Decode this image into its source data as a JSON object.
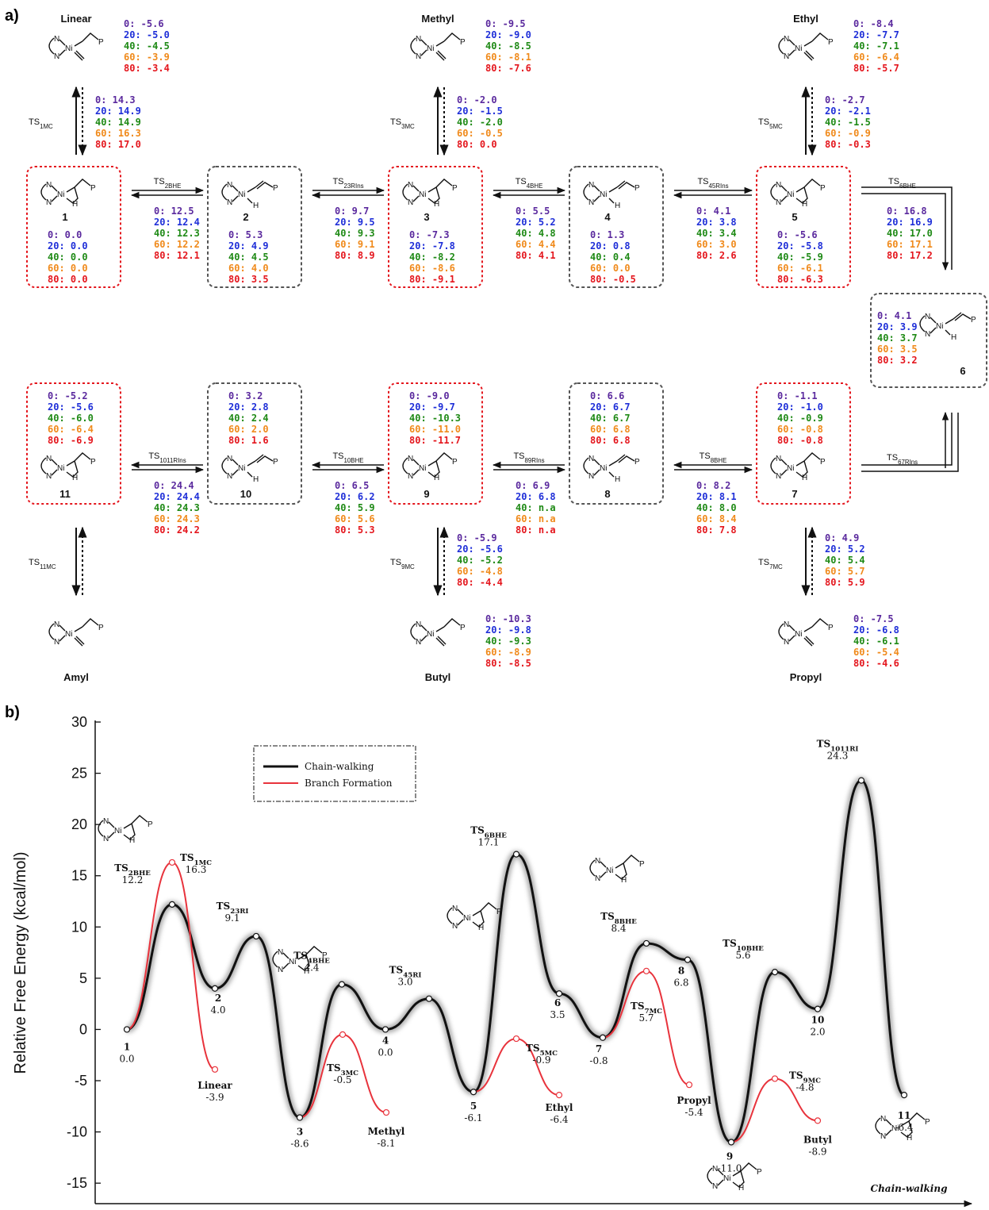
{
  "panel_a": {
    "label": "a)",
    "series_colors": [
      "#5b2a9e",
      "#1f2fd8",
      "#1f8a16",
      "#f08a1b",
      "#e4161d"
    ],
    "prefixes": [
      "0:",
      "20:",
      "40:",
      "60:",
      "80:"
    ],
    "top_states": [
      {
        "name": "Linear",
        "values": [
          "-5.6",
          "-5.0",
          "-4.5",
          "-3.9",
          "-3.4"
        ]
      },
      {
        "name": "Methyl",
        "values": [
          "-9.5",
          "-9.0",
          "-8.5",
          "-8.1",
          "-7.6"
        ]
      },
      {
        "name": "Ethyl",
        "values": [
          "-8.4",
          "-7.7",
          "-7.1",
          "-6.4",
          "-5.7"
        ]
      }
    ],
    "top_ts": [
      {
        "label": "TS1MC",
        "values": [
          "14.3",
          "14.9",
          "14.9",
          "16.3",
          "17.0"
        ]
      },
      {
        "label": "TS3MC",
        "values": [
          "-2.0",
          "-1.5",
          "-2.0",
          "-0.5",
          "0.0"
        ]
      },
      {
        "label": "TS5MC",
        "values": [
          "-2.7",
          "-2.1",
          "-1.5",
          "-0.9",
          "-0.3"
        ]
      }
    ],
    "row1": [
      {
        "id": "1",
        "values": [
          "0.0",
          "0.0",
          "0.0",
          "0.0",
          "0.0"
        ]
      },
      {
        "id": "2",
        "values": [
          "5.3",
          "4.9",
          "4.5",
          "4.0",
          "3.5"
        ]
      },
      {
        "id": "3",
        "values": [
          "-7.3",
          "-7.8",
          "-8.2",
          "-8.6",
          "-9.1"
        ]
      },
      {
        "id": "4",
        "values": [
          "1.3",
          "0.8",
          "0.4",
          "0.0",
          "-0.5"
        ]
      },
      {
        "id": "5",
        "values": [
          "-5.6",
          "-5.8",
          "-5.9",
          "-6.1",
          "-6.3"
        ]
      }
    ],
    "row1_ts": [
      {
        "label": "TS2BHE",
        "values": [
          "12.5",
          "12.4",
          "12.3",
          "12.2",
          "12.1"
        ]
      },
      {
        "label": "TS23RIns",
        "values": [
          "9.7",
          "9.5",
          "9.3",
          "9.1",
          "8.9"
        ]
      },
      {
        "label": "TS4BHE",
        "values": [
          "5.5",
          "5.2",
          "4.8",
          "4.4",
          "4.1"
        ]
      },
      {
        "label": "TS45RIns",
        "values": [
          "4.1",
          "3.8",
          "3.4",
          "3.0",
          "2.6"
        ]
      },
      {
        "label": "TS6BHE",
        "values": [
          "16.8",
          "16.9",
          "17.0",
          "17.1",
          "17.2"
        ]
      }
    ],
    "state6": {
      "id": "6",
      "values": [
        "4.1",
        "3.9",
        "3.7",
        "3.5",
        "3.2"
      ]
    },
    "row2": [
      {
        "id": "11",
        "values": [
          "-5.2",
          "-5.6",
          "-6.0",
          "-6.4",
          "-6.9"
        ]
      },
      {
        "id": "10",
        "values": [
          "3.2",
          "2.8",
          "2.4",
          "2.0",
          "1.6"
        ]
      },
      {
        "id": "9",
        "values": [
          "-9.0",
          "-9.7",
          "-10.3",
          "-11.0",
          "-11.7"
        ]
      },
      {
        "id": "8",
        "values": [
          "6.6",
          "6.7",
          "6.7",
          "6.8",
          "6.8"
        ]
      },
      {
        "id": "7",
        "values": [
          "-1.1",
          "-1.0",
          "-0.9",
          "-0.8",
          "-0.8"
        ]
      }
    ],
    "row2_ts": [
      {
        "label": "TS1011RIns",
        "values": [
          "24.4",
          "24.4",
          "24.3",
          "24.3",
          "24.2"
        ]
      },
      {
        "label": "TS10BHE",
        "values": [
          "6.5",
          "6.2",
          "5.9",
          "5.6",
          "5.3"
        ]
      },
      {
        "label": "TS89RIns",
        "values": [
          "6.9",
          "6.8",
          "n.a",
          "n.a",
          "n.a"
        ]
      },
      {
        "label": "TS8BHE",
        "values": [
          "8.2",
          "8.1",
          "8.0",
          "8.4",
          "7.8"
        ]
      },
      {
        "label": "TS67RIns",
        "values": []
      }
    ],
    "bottom_ts": [
      {
        "label": "TS11MC",
        "values": []
      },
      {
        "label": "TS9MC",
        "values": [
          "-5.9",
          "-5.6",
          "-5.2",
          "-4.8",
          "-4.4"
        ]
      },
      {
        "label": "TS7MC",
        "values": [
          "4.9",
          "5.2",
          "5.4",
          "5.7",
          "5.9"
        ]
      }
    ],
    "bottom_states": [
      {
        "name": "Amyl",
        "values": []
      },
      {
        "name": "Butyl",
        "values": [
          "-10.3",
          "-9.8",
          "-9.3",
          "-8.9",
          "-8.5"
        ]
      },
      {
        "name": "Propyl",
        "values": [
          "-7.5",
          "-6.8",
          "-6.1",
          "-5.4",
          "-4.6"
        ]
      }
    ]
  },
  "panel_b": {
    "label": "b)",
    "ylabel": "Relative Free Energy (kcal/mol)",
    "legend": [
      "Chain-walking",
      "Branch Formation"
    ],
    "chain_label": "Chain-walking",
    "chain_color": "#111111",
    "branch_color": "#e8333c"
  },
  "chart_data": {
    "type": "line",
    "ylim": [
      -17,
      30
    ],
    "yticks": [
      30,
      25,
      20,
      15,
      10,
      5,
      0,
      -5,
      -10,
      -15
    ],
    "series": [
      {
        "name": "Chain-walking",
        "points": [
          {
            "label": "1",
            "value": 0.0
          },
          {
            "label": "TS2BHE",
            "value": 12.2
          },
          {
            "label": "2",
            "value": 4.0
          },
          {
            "label": "TS23RI",
            "value": 9.1
          },
          {
            "label": "3",
            "value": -8.6
          },
          {
            "label": "TS4BHE",
            "value": 4.4
          },
          {
            "label": "4",
            "value": 0.0
          },
          {
            "label": "TS45RI",
            "value": 3.0
          },
          {
            "label": "5",
            "value": -6.1
          },
          {
            "label": "TS6BHE",
            "value": 17.1
          },
          {
            "label": "6",
            "value": 3.5
          },
          {
            "label": "7",
            "value": -0.8
          },
          {
            "label": "TS8BHE",
            "value": 8.4
          },
          {
            "label": "8",
            "value": 6.8
          },
          {
            "label": "9",
            "value": -11.0
          },
          {
            "label": "TS10BHE",
            "value": 5.6
          },
          {
            "label": "10",
            "value": 2.0
          },
          {
            "label": "TS1011RI",
            "value": 24.3
          },
          {
            "label": "11",
            "value": -6.4
          }
        ]
      },
      {
        "name": "Branch Formation",
        "segments": [
          [
            {
              "label": "1",
              "value": 0.0
            },
            {
              "label": "TS1MC",
              "value": 16.3
            },
            {
              "label": "Linear",
              "value": -3.9
            }
          ],
          [
            {
              "label": "3",
              "value": -8.6
            },
            {
              "label": "TS3MC",
              "value": -0.5
            },
            {
              "label": "Methyl",
              "value": -8.1
            }
          ],
          [
            {
              "label": "5",
              "value": -6.1
            },
            {
              "label": "TS5MC",
              "value": -0.9
            },
            {
              "label": "Ethyl",
              "value": -6.4
            }
          ],
          [
            {
              "label": "7",
              "value": -0.8
            },
            {
              "label": "TS7MC",
              "value": 5.7
            },
            {
              "label": "Propyl",
              "value": -5.4
            }
          ],
          [
            {
              "label": "9",
              "value": -11.0
            },
            {
              "label": "TS9MC",
              "value": -4.8
            },
            {
              "label": "Butyl",
              "value": -8.9
            }
          ]
        ]
      }
    ],
    "point_labels": {
      "1": [
        "1",
        "0.0"
      ],
      "TS2BHE": [
        "TS2BHE",
        "12.2"
      ],
      "2": [
        "2",
        "4.0"
      ],
      "TS23RI": [
        "TS23RI",
        "9.1"
      ],
      "3": [
        "3",
        "-8.6"
      ],
      "TS4BHE": [
        "TS4BHE",
        "4.4"
      ],
      "4": [
        "4",
        "0.0"
      ],
      "TS45RI": [
        "TS45RI",
        "3.0"
      ],
      "5": [
        "5",
        "-6.1"
      ],
      "TS6BHE": [
        "TS6BHE",
        "17.1"
      ],
      "6": [
        "6",
        "3.5"
      ],
      "7": [
        "7",
        "-0.8"
      ],
      "TS8BHE": [
        "TS8BHE",
        "8.4"
      ],
      "8": [
        "8",
        "6.8"
      ],
      "9": [
        "9",
        "-11.0"
      ],
      "TS10BHE": [
        "TS10BHE",
        "5.6"
      ],
      "10": [
        "10",
        "2.0"
      ],
      "TS1011RI": [
        "TS1011RI",
        "24.3"
      ],
      "11": [
        "11",
        "-6.4"
      ],
      "TS1MC": [
        "TS1MC",
        "16.3"
      ],
      "Linear": [
        "Linear",
        "-3.9"
      ],
      "TS3MC": [
        "TS3MC",
        "-0.5"
      ],
      "Methyl": [
        "Methyl",
        "-8.1"
      ],
      "TS5MC": [
        "TS5MC",
        "-0.9"
      ],
      "Ethyl": [
        "Ethyl",
        "-6.4"
      ],
      "TS7MC": [
        "TS7MC",
        "5.7"
      ],
      "Propyl": [
        "Propyl",
        "-5.4"
      ],
      "TS9MC": [
        "TS9MC",
        "-4.8"
      ],
      "Butyl": [
        "Butyl",
        "-8.9"
      ]
    }
  }
}
